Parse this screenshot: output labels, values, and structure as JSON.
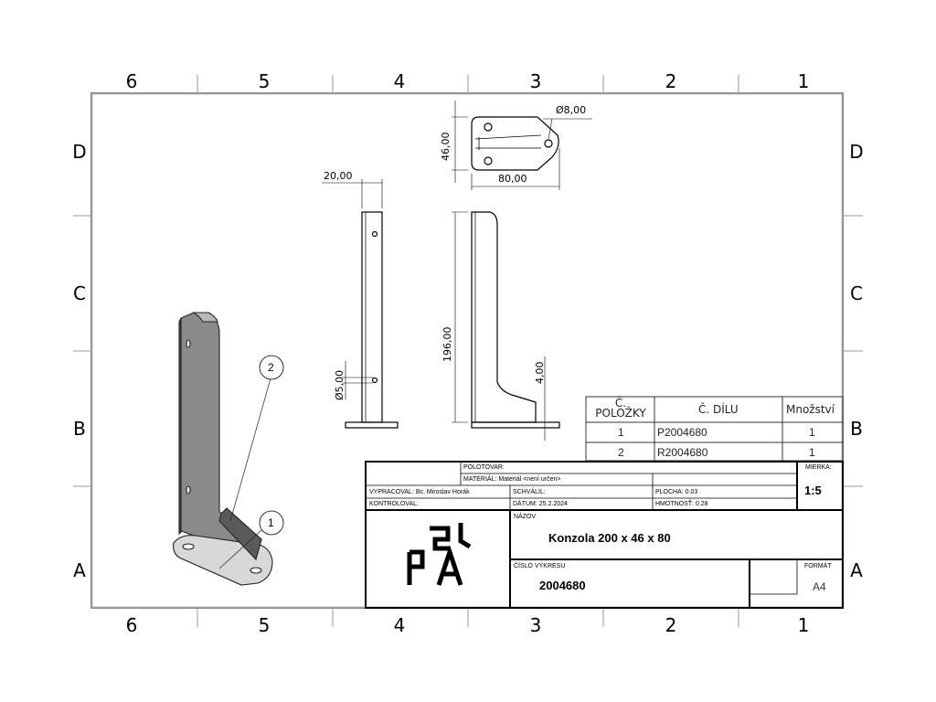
{
  "zones": {
    "columns": [
      "6",
      "5",
      "4",
      "3",
      "2",
      "1"
    ],
    "rows": [
      "D",
      "C",
      "B",
      "A"
    ]
  },
  "dimensions": {
    "hole_diameter_top": "Ø8,00",
    "depth_top": "46,00",
    "width_top": "80,00",
    "thickness_front": "20,00",
    "hole_diameter_front": "Ø5,00",
    "height_side": "196,00",
    "plate_side": "4,00"
  },
  "balloons": [
    "2",
    "1"
  ],
  "parts_table": {
    "headers": [
      "Č.\nPOLOŽKY",
      "Č. DÍLU",
      "Množství"
    ],
    "rows": [
      {
        "item": "1",
        "part": "P2004680",
        "qty": "1"
      },
      {
        "item": "2",
        "part": "R2004680",
        "qty": "1"
      }
    ]
  },
  "title_block": {
    "polotovar": "POLOTOVAR:",
    "material": "MATERIÁL: Materiál <není určen>",
    "vypracoval": "VYPRACOVAL: Bc. Miroslav Horák",
    "schvalil": "SCHVÁLIL:",
    "plocha": "PLOCHA:  0.03",
    "kontroloval": "KONTROLOVAL:",
    "datum": "DÁTUM:  25.2.2024",
    "hmotnost": "HMOTNOSŤ:  0.28",
    "mierka_label": "MIERKA:",
    "mierka_value": "1:5",
    "nazov_label": "NÁZOV",
    "nazov_value": "Konzola 200 x 46 x 80",
    "cislo_label": "ČÍSLO VÝKRESU",
    "cislo_value": "2004680",
    "format_label": "FORMÁT",
    "format_value": "A4"
  }
}
